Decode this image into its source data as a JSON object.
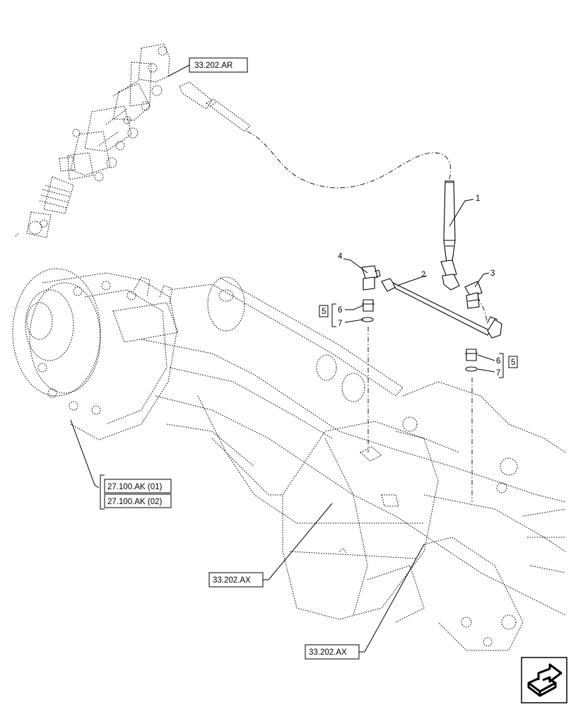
{
  "references": {
    "top_hose_ref": "33.202.AR",
    "hub_ref_1": "27.100.AK (01)",
    "hub_ref_2": "27.100.AK (02)",
    "axle_ref_center": "33.202.AX",
    "axle_ref_bottom": "33.202.AX"
  },
  "callouts": {
    "item_1": "1",
    "item_2": "2",
    "item_3": "3",
    "item_4": "4",
    "item_5_left": "5",
    "item_6_left": "6",
    "item_7_left": "7",
    "item_5_right": "5",
    "item_6_right": "6",
    "item_7_right": "7"
  },
  "icons": {
    "corner": "next-page-arrow-icon"
  }
}
